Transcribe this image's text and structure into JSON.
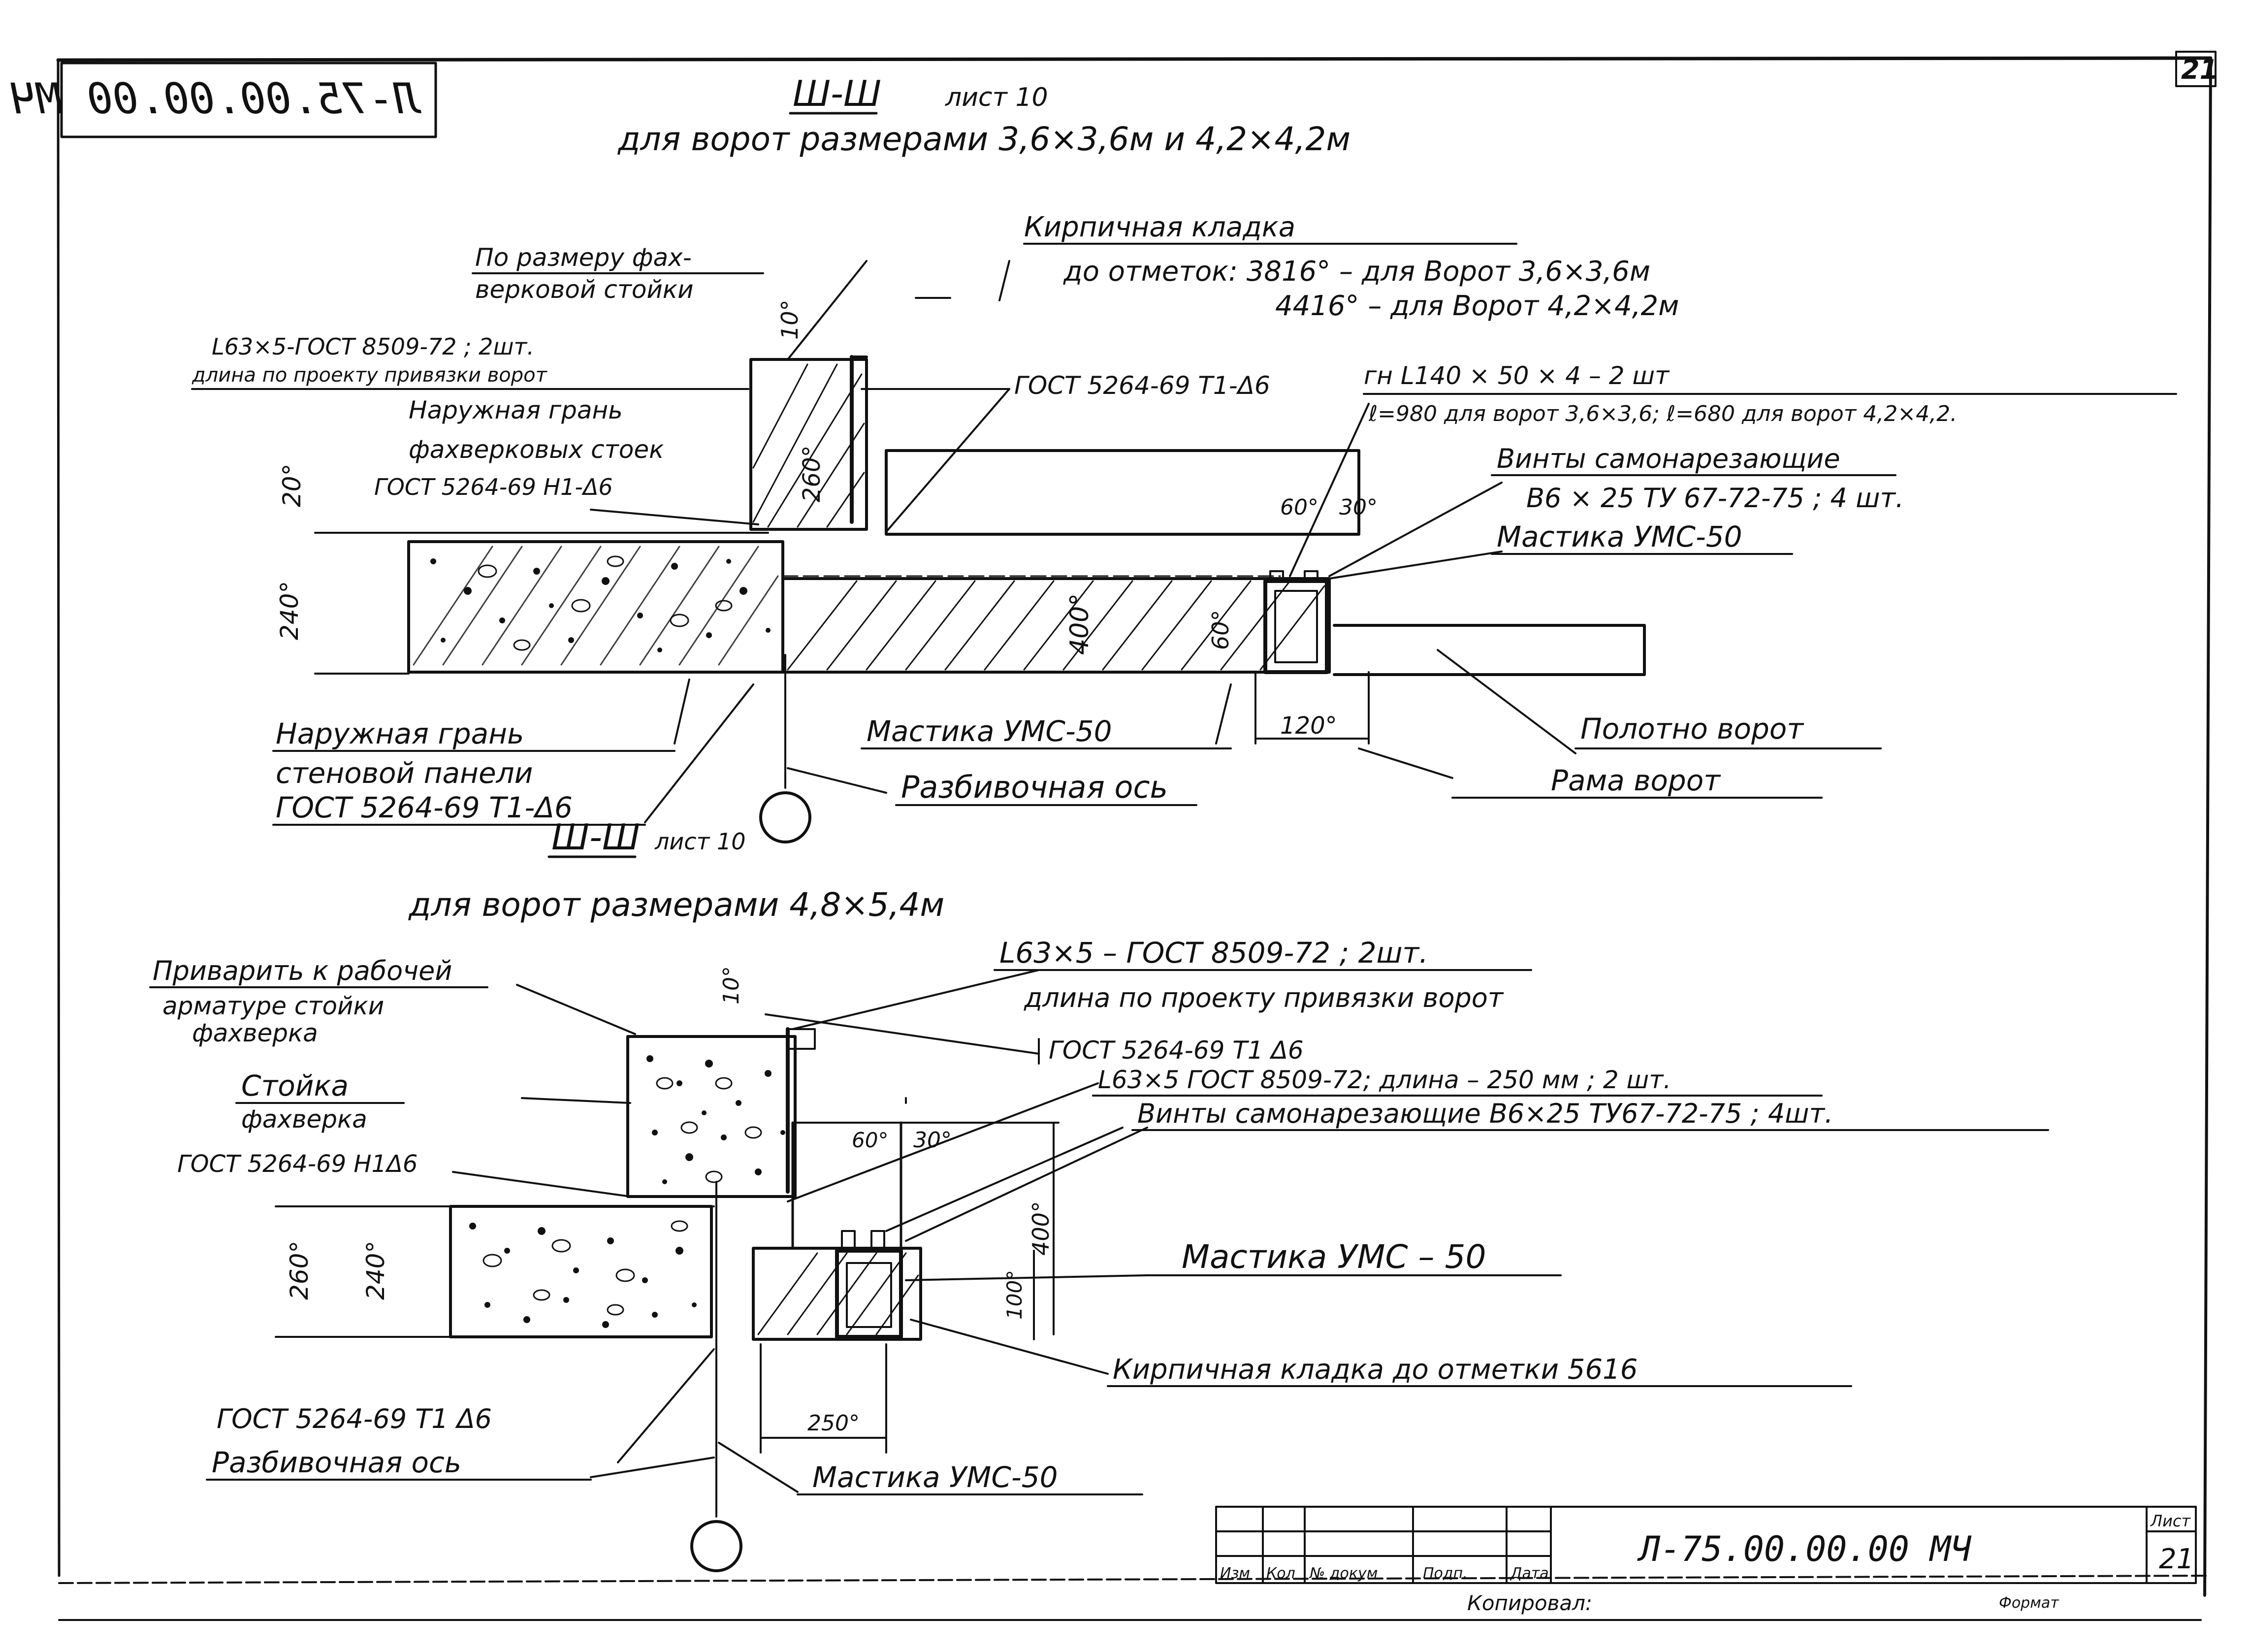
{
  "stamp_top": "Л-75.00.00.00 МЧ",
  "sheet_number_top": "21",
  "section1": {
    "title": "Ш-Ш",
    "sheet_ref": "лист 10",
    "subtitle": "для ворот размерами 3,6×3,6м и 4,2×4,2м",
    "labels": {
      "brickwork_title": "Кирпичная кладка",
      "brickwork_line1": "до отметок: 3816° – для Ворот   3,6×3,6м",
      "brickwork_line2": "4416° – для Ворот   4,2×4,2м",
      "by_size_1": "По размеру фах-",
      "by_size_2": "верковой стойки",
      "angle_1": "L63×5-ГОСТ 8509-72 ; 2шт.",
      "angle_2": "длина по проекту привязки ворот",
      "outer_face_1": "Наружная грань",
      "outer_face_2": "фахверковых стоек",
      "gost_weld_h1": "ГОСТ 5264-69 Н1-Δ6",
      "gost_weld_t1": "ГОСТ 5264-69 Т1-Δ6",
      "bent_angle_1": "гн L140 × 50 × 4 – 2 шт",
      "bent_angle_2": "ℓ=980 для ворот 3,6×3,6; ℓ=680 для ворот 4,2×4,2.",
      "screws_1": "Винты самонарезающие",
      "screws_2": "В6 × 25  ТУ 67-72-75 ; 4 шт.",
      "mastic_right": "Мастика УМС-50",
      "mastic_bottom": "Мастика УМС-50",
      "gate_leaf": "Полотно ворот",
      "gate_frame": "Рама ворот",
      "panel_face_1": "Наружная грань",
      "panel_face_2": "стеновой панели",
      "panel_face_3": "ГОСТ 5264-69 Т1-Δ6",
      "layout_axis": "Разбивочная ось"
    },
    "dims": {
      "d20": "20°",
      "d240": "240°",
      "d10": "10°",
      "d260": "260°",
      "d400": "400°",
      "d60a": "60°",
      "d30": "30°",
      "d60b": "60°",
      "d120": "120°"
    }
  },
  "section2": {
    "title": "Ш-Ш",
    "sheet_ref": "лист 10",
    "subtitle": "для ворот размерами 4,8×5,4м",
    "labels": {
      "weld_to_1": "Приварить к рабочей",
      "weld_to_2": "арматуре стойки",
      "weld_to_3": "фахверка",
      "post_1": "Стойка",
      "post_2": "фахверка",
      "gost_h1": "ГОСТ 5264-69 Н1Δ6",
      "angle_1": "L63×5 – ГОСТ 8509-72 ; 2шт.",
      "angle_2": "длина по проекту привязки ворот",
      "gost_t1_top": "ГОСТ 5264-69   Т1 Δ6",
      "angle_250": "L63×5 ГОСТ 8509-72; длина – 250 мм ; 2 шт.",
      "screws": "Винты самонарезающие  В6×25  ТУ67-72-75 ; 4шт.",
      "mastic_right": "Мастика  УМС – 50",
      "brickwork": "Кирпичная кладка до отметки 5616",
      "gost_t1_bottom": "ГОСТ 5264-69  Т1 Δ6",
      "layout_axis": "Разбивочная ось",
      "mastic_bottom": "Мастика  УМС-50"
    },
    "dims": {
      "d10": "10°",
      "d60": "60°",
      "d30": "30°",
      "d400": "400°",
      "d260": "260°",
      "d240": "240°",
      "d100": "100°",
      "d250": "250°"
    }
  },
  "title_block": {
    "col_headers": [
      "Изм",
      "Кол",
      "№ докум",
      "Подп.",
      "Дата"
    ],
    "doc_code": "Л-75.00.00.00 МЧ",
    "sheet_label": "Лист",
    "sheet_number": "21",
    "copied_by": "Копировал: ",
    "format_label": "Формат"
  }
}
